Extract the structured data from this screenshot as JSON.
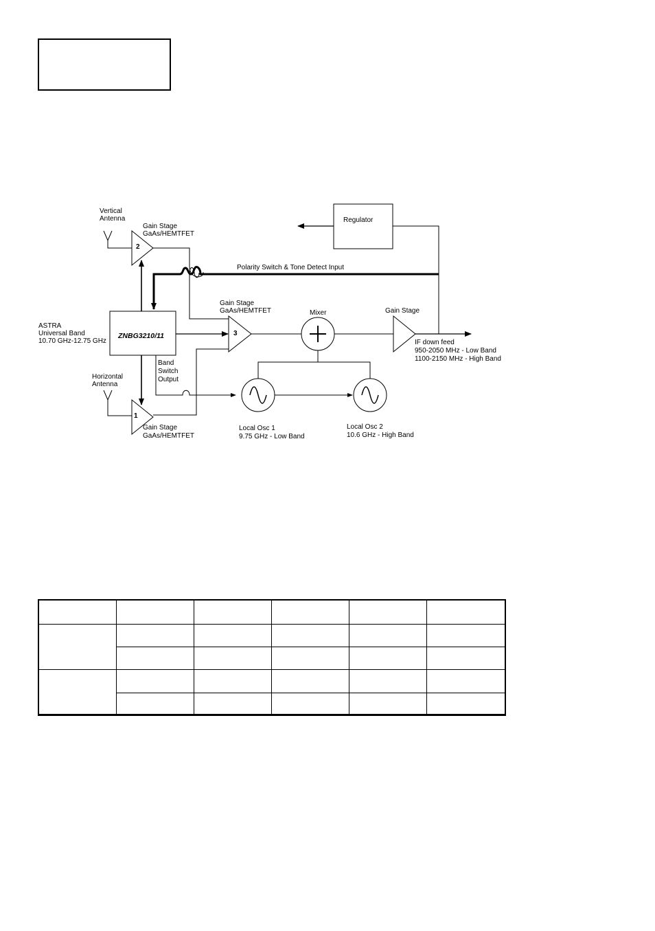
{
  "diagram": {
    "vertical_antenna": [
      "Vertical",
      "Antenna"
    ],
    "horizontal_antenna": [
      "Horizontal",
      "Antenna"
    ],
    "gain_stage_2": {
      "number": "2",
      "label": [
        "Gain Stage",
        "GaAs/HEMTFET"
      ]
    },
    "gain_stage_1": {
      "number": "1",
      "label": [
        "Gain Stage",
        "GaAs/HEMTFET"
      ]
    },
    "gain_stage_3": {
      "number": "3",
      "label": [
        "Gain Stage",
        "GaAs/HEMTFET"
      ]
    },
    "gain_stage_out": "Gain Stage",
    "chip": "ZNBG3210/11",
    "astra": [
      "ASTRA",
      "Universal Band",
      "10.70 GHz-12.75 GHz"
    ],
    "band_switch": [
      "Band",
      "Switch",
      "Output"
    ],
    "regulator": "Regulator",
    "polarity": "Polarity Switch & Tone Detect Input",
    "mixer": "Mixer",
    "if_feed": [
      "IF down feed",
      "950-2050 MHz - Low Band",
      "1100-2150 MHz - High Band"
    ],
    "osc1": [
      "Local Osc 1",
      "9.75 GHz - Low Band"
    ],
    "osc2": [
      "Local Osc 2",
      "10.6 GHz - High Band"
    ]
  }
}
